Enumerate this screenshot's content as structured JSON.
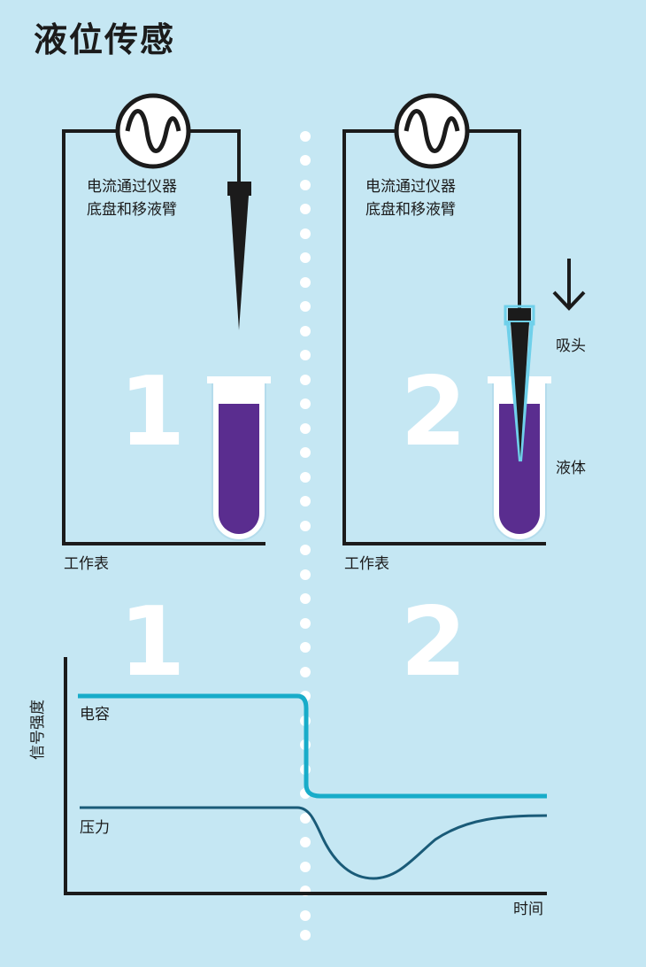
{
  "title": "液位传感",
  "panels": [
    {
      "number": "1",
      "probe_label_line1": "电流通过仪器",
      "probe_label_line2": "底盘和移液臂",
      "surface_label": "工作表"
    },
    {
      "number": "2",
      "probe_label_line1": "电流通过仪器",
      "probe_label_line2": "底盘和移液臂",
      "surface_label": "工作表",
      "tip_label": "吸头",
      "liquid_label": "液体"
    }
  ],
  "graph": {
    "phase_labels": [
      "1",
      "2"
    ],
    "y_axis_label": "信号强度",
    "x_axis_label": "时间",
    "series": [
      {
        "name": "电容",
        "color": "#18acc9"
      },
      {
        "name": "压力",
        "color": "#1a5b78"
      }
    ]
  },
  "colors": {
    "background": "#c5e7f3",
    "liquid": "#5a2d8f",
    "wire": "#1b1b1b",
    "tip_highlight": "#6fd0ea"
  },
  "icons": [
    "ac-source-icon",
    "down-arrow-icon",
    "pipette-tip-icon",
    "test-tube-icon"
  ]
}
